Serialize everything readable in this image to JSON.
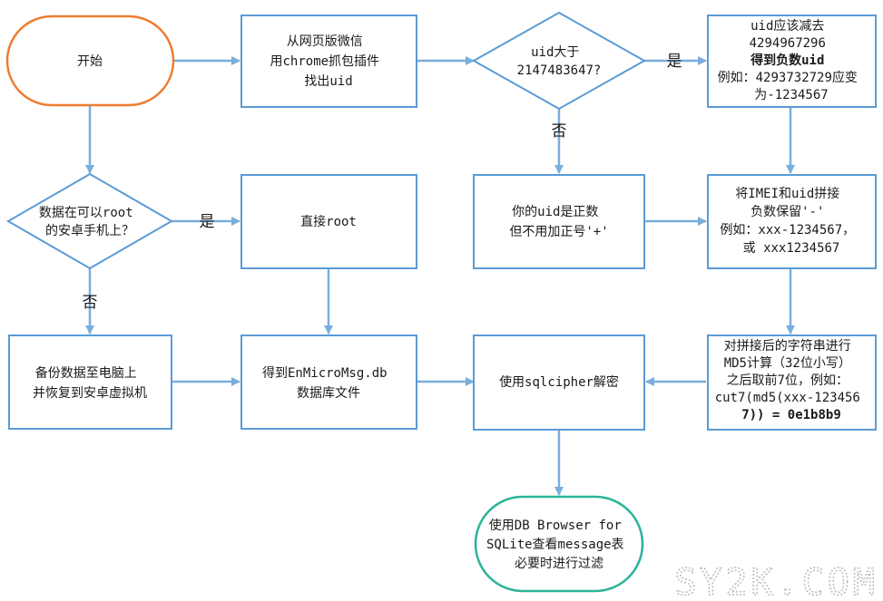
{
  "nodes": {
    "start": {
      "lines": [
        "开始"
      ]
    },
    "wechat": {
      "lines": [
        "从网页版微信",
        "用chrome抓包插件",
        "找出uid"
      ]
    },
    "uid_check": {
      "lines": [
        "uid大于",
        "2147483647?"
      ]
    },
    "subtract": {
      "lines": [
        "uid应该减去",
        "4294967296",
        "得到负数uid",
        "例如：4293732729应变",
        "为-1234567"
      ]
    },
    "root_check": {
      "lines": [
        "数据在可以root",
        "的安卓手机上？"
      ]
    },
    "direct_root": {
      "lines": [
        "直接root"
      ]
    },
    "positive": {
      "lines": [
        "你的uid是正数",
        "但不用加正号'+'"
      ]
    },
    "concat": {
      "lines": [
        "将IMEI和uid拼接",
        "负数保留'-'",
        "例如：xxx-1234567，",
        "或 xxx1234567"
      ]
    },
    "backup": {
      "lines": [
        "备份数据至电脑上",
        "并恢复到安卓虚拟机"
      ]
    },
    "db_file": {
      "lines": [
        "得到EnMicroMsg.db",
        "数据库文件"
      ]
    },
    "decrypt": {
      "lines": [
        "使用sqlcipher解密"
      ]
    },
    "md5": {
      "lines": [
        "对拼接后的字符串进行",
        "MD5计算（32位小写）",
        "之后取前7位，例如：",
        "cut7(md5(xxx-123456",
        "7)) = 0e1b8b9"
      ]
    },
    "end": {
      "lines": [
        "使用DB Browser for",
        "SQLite查看message表",
        "必要时进行过滤"
      ]
    }
  },
  "edge_labels": {
    "yes_uid": "是",
    "no_uid": "否",
    "yes_root": "是",
    "no_root": "否"
  },
  "watermark": "SY2K.COM",
  "colors": {
    "start_border": "#ed7d31",
    "end_border": "#2bb39a",
    "box_border": "#5b9bd5",
    "arrow": "#7aaedc"
  }
}
